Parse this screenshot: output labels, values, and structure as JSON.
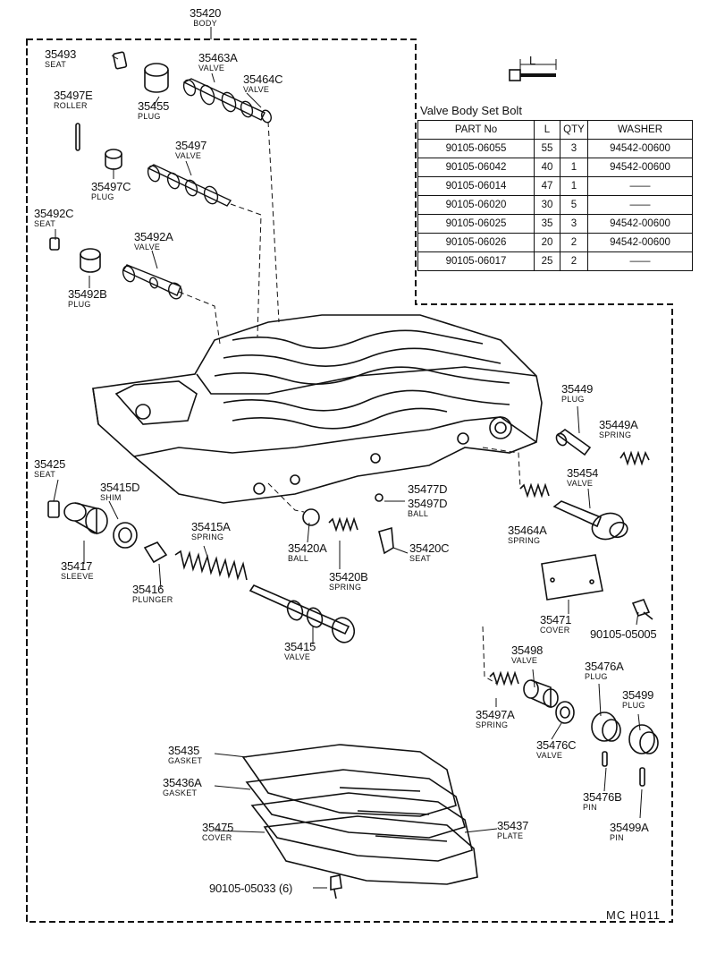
{
  "labels": {
    "p35420": {
      "pn": "35420",
      "name": "BODY"
    },
    "p35493": {
      "pn": "35493",
      "name": "SEAT"
    },
    "p35463A": {
      "pn": "35463A",
      "name": "VALVE"
    },
    "p35464C": {
      "pn": "35464C",
      "name": "VALVE"
    },
    "p35497E": {
      "pn": "35497E",
      "name": "ROLLER"
    },
    "p35455": {
      "pn": "35455",
      "name": "PLUG"
    },
    "p35497": {
      "pn": "35497",
      "name": "VALVE"
    },
    "p35497C": {
      "pn": "35497C",
      "name": "PLUG"
    },
    "p35492C": {
      "pn": "35492C",
      "name": "SEAT"
    },
    "p35492A": {
      "pn": "35492A",
      "name": "VALVE"
    },
    "p35492B": {
      "pn": "35492B",
      "name": "PLUG"
    },
    "p35449": {
      "pn": "35449",
      "name": "PLUG"
    },
    "p35449A": {
      "pn": "35449A",
      "name": "SPRING"
    },
    "p35454": {
      "pn": "35454",
      "name": "VALVE"
    },
    "p35425": {
      "pn": "35425",
      "name": "SEAT"
    },
    "p35415D": {
      "pn": "35415D",
      "name": "SHIM"
    },
    "p35477D": {
      "pn": "35477D",
      "name": ""
    },
    "p35497D": {
      "pn": "35497D",
      "name": "BALL"
    },
    "p35464A": {
      "pn": "35464A",
      "name": "SPRING"
    },
    "p35415A": {
      "pn": "35415A",
      "name": "SPRING"
    },
    "p35420A": {
      "pn": "35420A",
      "name": "BALL"
    },
    "p35420C": {
      "pn": "35420C",
      "name": "SEAT"
    },
    "p35417": {
      "pn": "35417",
      "name": "SLEEVE"
    },
    "p35420B": {
      "pn": "35420B",
      "name": "SPRING"
    },
    "p35416": {
      "pn": "35416",
      "name": "PLUNGER"
    },
    "p35471": {
      "pn": "35471",
      "name": "COVER"
    },
    "p90105_05005": {
      "pn": "90105-05005",
      "name": ""
    },
    "p35415": {
      "pn": "35415",
      "name": "VALVE"
    },
    "p35498": {
      "pn": "35498",
      "name": "VALVE"
    },
    "p35476A": {
      "pn": "35476A",
      "name": "PLUG"
    },
    "p35499": {
      "pn": "35499",
      "name": "PLUG"
    },
    "p35497A": {
      "pn": "35497A",
      "name": "SPRING"
    },
    "p35476C": {
      "pn": "35476C",
      "name": "VALVE"
    },
    "p35435": {
      "pn": "35435",
      "name": "GASKET"
    },
    "p35476B": {
      "pn": "35476B",
      "name": "PIN"
    },
    "p35436A": {
      "pn": "35436A",
      "name": "GASKET"
    },
    "p35437": {
      "pn": "35437",
      "name": "PLATE"
    },
    "p35475": {
      "pn": "35475",
      "name": "COVER"
    },
    "p35499A": {
      "pn": "35499A",
      "name": "PIN"
    },
    "p90105_05033": {
      "pn": "90105-05033 (6)",
      "name": ""
    }
  },
  "bolt_dimension_label": "L",
  "bolt_table": {
    "title": "Valve Body Set Bolt",
    "headers": [
      "PART No",
      "L",
      "QTY",
      "WASHER"
    ],
    "rows": [
      [
        "90105-06055",
        "55",
        "3",
        "94542-00600"
      ],
      [
        "90105-06042",
        "40",
        "1",
        "94542-00600"
      ],
      [
        "90105-06014",
        "47",
        "1",
        "——"
      ],
      [
        "90105-06020",
        "30",
        "5",
        "——"
      ],
      [
        "90105-06025",
        "35",
        "3",
        "94542-00600"
      ],
      [
        "90105-06026",
        "20",
        "2",
        "94542-00600"
      ],
      [
        "90105-06017",
        "25",
        "2",
        "——"
      ]
    ]
  },
  "footer_code": "MC  H011"
}
